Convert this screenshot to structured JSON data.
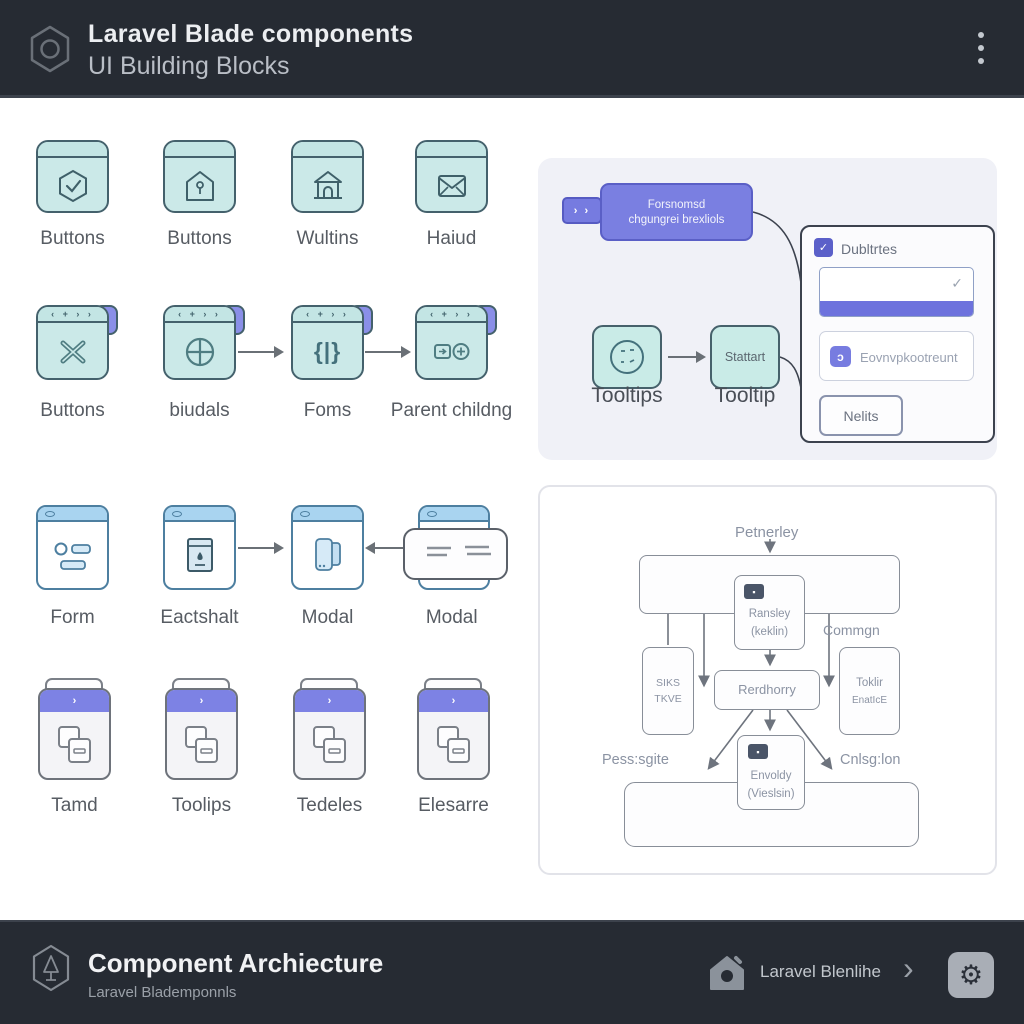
{
  "header": {
    "title": "Laravel Blade components",
    "subtitle": "UI Building Blocks"
  },
  "grid": {
    "rows": [
      {
        "items": [
          {
            "label": "Buttons",
            "icon": "hexagon-check"
          },
          {
            "label": "Buttons",
            "icon": "house-keyhole"
          },
          {
            "label": "Wultins",
            "icon": "bank-building"
          },
          {
            "label": "Haiud",
            "icon": "envelope"
          }
        ]
      },
      {
        "chevrons": "‹ + › ›",
        "items": [
          {
            "label": "Buttons",
            "icon": "scissors-x"
          },
          {
            "label": "biudals",
            "icon": "crosshair-circle"
          },
          {
            "label": "Foms",
            "icon": "code-braces"
          },
          {
            "label": "Parent childng",
            "icon": "card-plus"
          }
        ],
        "code_glyph": "{|}"
      },
      {
        "items": [
          {
            "label": "Form",
            "icon": "form-fields"
          },
          {
            "label": "Eactshalt",
            "icon": "package-drop"
          },
          {
            "label": "Modal",
            "icon": "modal-panels"
          },
          {
            "label": "Modal",
            "icon": "modal-overlay"
          }
        ]
      },
      {
        "tab_chevron": "›",
        "items": [
          {
            "label": "Tamd",
            "icon": "copy-doc"
          },
          {
            "label": "Toolips",
            "icon": "copy-doc"
          },
          {
            "label": "Tedeles",
            "icon": "copy-doc"
          },
          {
            "label": "Elesarre",
            "icon": "copy-doc"
          }
        ]
      }
    ]
  },
  "tooltip_panel": {
    "tag_label": "› ›",
    "flow_box": {
      "line1": "Forsnomsd",
      "line2": "chgungrei brexliols"
    },
    "card": {
      "checkbox_glyph": "✓",
      "checkbox_label": "Dubltrtes",
      "input_check": "✓",
      "field": {
        "icon_glyph": "ɔ",
        "text": "Eovnvpkootreunt"
      },
      "button_label": "Nelits"
    },
    "tooltips_label": "Tooltips",
    "tooltip_label": "Tooltip",
    "tooltip_box_text": "Stattart"
  },
  "architecture_panel": {
    "title": "Petnerley",
    "nodes": {
      "ransley": {
        "line1": "Ransley",
        "line2": "(keklin)",
        "icon_glyph": "▪"
      },
      "siks": {
        "line1": "SIKS",
        "line2": "TKVE"
      },
      "rerdhorry": {
        "label": "Rerdhorry"
      },
      "toklir": {
        "line1": "Toklir",
        "line2": "EnatIcE"
      },
      "envoldy": {
        "line1": "Envoldy",
        "line2": "(Vieslsin)",
        "icon_glyph": "▪"
      }
    },
    "labels": {
      "commgn": "Commgn",
      "left": "Pess:sgite",
      "right": "Cnlsg:lon"
    }
  },
  "footer": {
    "title": "Component Archiecture",
    "subtitle": "Laravel Blademponnls",
    "right_label": "Laravel Blenlihe",
    "chevron": "›",
    "gear_glyph": "⚙"
  },
  "colors": {
    "bar_dark": "#262b33",
    "teal_card": "#cbe9e8",
    "purple_accent": "#7b80e2",
    "blue_window": "#a9d4f0",
    "panel_bg": "#f0f1f7"
  }
}
